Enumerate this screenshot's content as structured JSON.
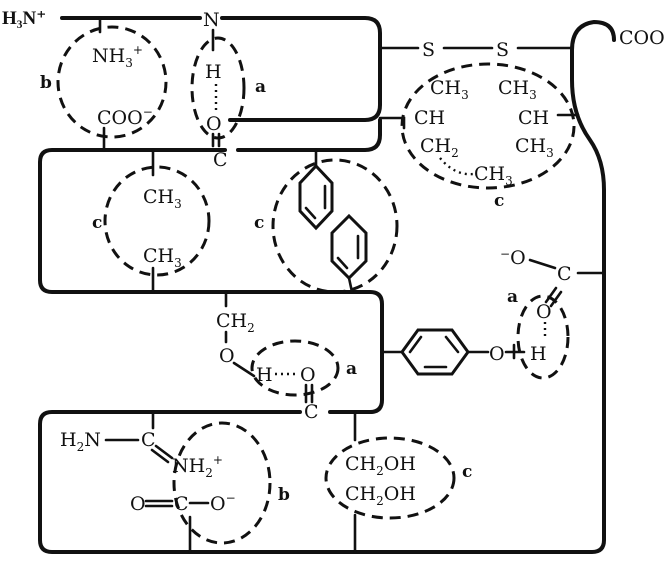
{
  "diagram": {
    "title": "Interactions stabilizing protein tertiary structure",
    "termini": {
      "n_terminus": "H₃N⁺",
      "c_terminus": "COO"
    },
    "backbone_atoms": {
      "top_n": "N",
      "top_c": "C",
      "mid_c": "C",
      "bottom_c": "C"
    },
    "disulfide": {
      "s1": "S",
      "s2": "S"
    },
    "groups": {
      "salt_bridge_top": {
        "letter": "b",
        "cation": "NH",
        "cation_sub": "3",
        "cation_sup": "+",
        "anion": "COO",
        "anion_sup": "−"
      },
      "hbond_backbone": {
        "letter": "a",
        "h": "H",
        "o": "O"
      },
      "hydrophobic_alanine": {
        "letter": "c",
        "top": "CH",
        "top_sub": "3",
        "bottom": "CH",
        "bottom_sub": "3"
      },
      "hydrophobic_phenyl": {
        "letter": "c"
      },
      "hydrophobic_aliphatic": {
        "letter": "c",
        "left_lines": [
          "CH",
          "CH",
          "CH"
        ],
        "left_subs": [
          "3",
          "",
          "2"
        ],
        "right_lines": [
          "CH",
          "CH",
          "CH"
        ],
        "right_subs": [
          "3",
          "",
          "3"
        ],
        "bottom": "CH",
        "bottom_sub": "3"
      },
      "hbond_serine": {
        "letter": "a",
        "ch2": "CH",
        "ch2_sub": "2",
        "o": "O",
        "h": "H",
        "o2": "O"
      },
      "hbond_tyrosine": {
        "letter": "a",
        "phenol_o": "O",
        "h": "H",
        "carboxyl_c": "C",
        "carboxyl_o_minus": "O",
        "carboxyl_o_minus_sup": "−",
        "carboxyl_o": "O"
      },
      "salt_bridge_bottom": {
        "letter": "b",
        "h2n": "H",
        "h2n_sub": "2",
        "h2n_n": "N",
        "c": "C",
        "cation": "NH",
        "cation_sub": "2",
        "cation_sup": "+",
        "o": "O",
        "c2": "C",
        "o_minus": "O",
        "o_minus_sup": "−"
      },
      "hydroxymethyl": {
        "letter": "c",
        "line1": "CH",
        "line1_sub": "2",
        "line1_tail": "OH",
        "line2": "CH",
        "line2_sub": "2",
        "line2_tail": "OH"
      }
    }
  }
}
